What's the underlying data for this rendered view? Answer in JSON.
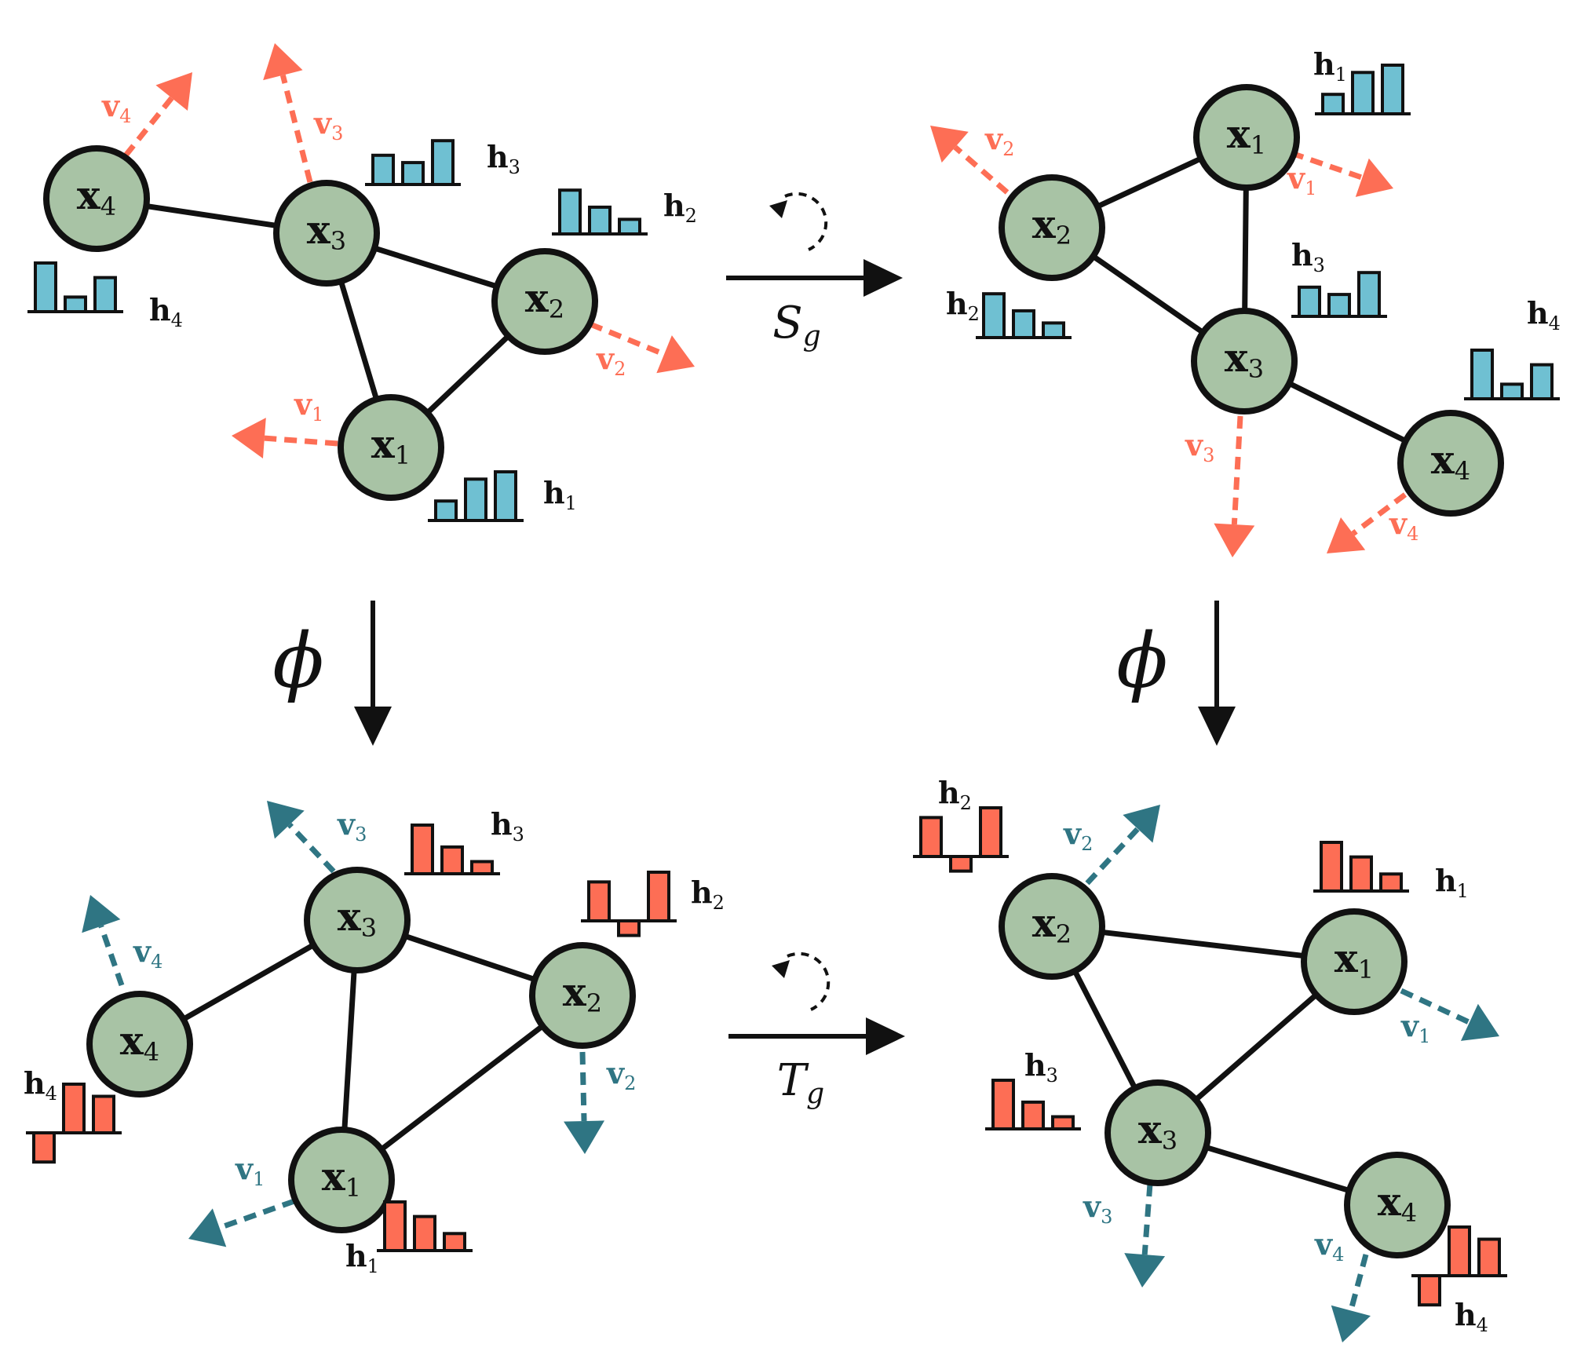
{
  "colors": {
    "node_fill": "#a8c3a5",
    "stroke": "#111111",
    "blue_bar": "#6fc0d2",
    "red_bar": "#fd6e55",
    "red_arrow": "#fd6e55",
    "teal_arrow": "#2f7583"
  },
  "maps": {
    "top": {
      "symbol": "S",
      "sub": "g"
    },
    "bottom": {
      "symbol": "T",
      "sub": "g"
    },
    "left": {
      "symbol": "ϕ"
    },
    "right": {
      "symbol": "ϕ"
    }
  },
  "panels": [
    {
      "id": "top-left",
      "vector_style": "red",
      "bar_color": "blue",
      "nodes": [
        {
          "id": "x4",
          "base": "x",
          "sub": "4"
        },
        {
          "id": "x3",
          "base": "x",
          "sub": "3"
        },
        {
          "id": "x2",
          "base": "x",
          "sub": "2"
        },
        {
          "id": "x1",
          "base": "x",
          "sub": "1"
        }
      ],
      "edges": [
        [
          "x4",
          "x3"
        ],
        [
          "x3",
          "x2"
        ],
        [
          "x3",
          "x1"
        ],
        [
          "x1",
          "x2"
        ]
      ],
      "vectors": [
        {
          "id": "v4",
          "base": "v",
          "sub": "4"
        },
        {
          "id": "v3",
          "base": "v",
          "sub": "3"
        },
        {
          "id": "v2",
          "base": "v",
          "sub": "2"
        },
        {
          "id": "v1",
          "base": "v",
          "sub": "1"
        }
      ],
      "features": [
        {
          "id": "h4",
          "base": "h",
          "sub": "4",
          "values": [
            1.0,
            0.3,
            0.7
          ]
        },
        {
          "id": "h3",
          "base": "h",
          "sub": "3",
          "values": [
            0.6,
            0.45,
            0.9
          ]
        },
        {
          "id": "h2",
          "base": "h",
          "sub": "2",
          "values": [
            0.9,
            0.55,
            0.3
          ]
        },
        {
          "id": "h1",
          "base": "h",
          "sub": "1",
          "values": [
            0.4,
            0.85,
            1.0
          ]
        }
      ]
    },
    {
      "id": "top-right",
      "vector_style": "red",
      "bar_color": "blue",
      "nodes": [
        {
          "id": "x1",
          "base": "x",
          "sub": "1"
        },
        {
          "id": "x2",
          "base": "x",
          "sub": "2"
        },
        {
          "id": "x3",
          "base": "x",
          "sub": "3"
        },
        {
          "id": "x4",
          "base": "x",
          "sub": "4"
        }
      ],
      "edges": [
        [
          "x2",
          "x1"
        ],
        [
          "x1",
          "x3"
        ],
        [
          "x2",
          "x3"
        ],
        [
          "x3",
          "x4"
        ]
      ],
      "vectors": [
        {
          "id": "v2",
          "base": "v",
          "sub": "2"
        },
        {
          "id": "v1",
          "base": "v",
          "sub": "1"
        },
        {
          "id": "v3",
          "base": "v",
          "sub": "3"
        },
        {
          "id": "v4",
          "base": "v",
          "sub": "4"
        }
      ],
      "features": [
        {
          "id": "h1",
          "base": "h",
          "sub": "1",
          "values": [
            0.4,
            0.85,
            1.0
          ]
        },
        {
          "id": "h3",
          "base": "h",
          "sub": "3",
          "values": [
            0.6,
            0.45,
            0.9
          ]
        },
        {
          "id": "h2",
          "base": "h",
          "sub": "2",
          "values": [
            0.9,
            0.55,
            0.3
          ]
        },
        {
          "id": "h4",
          "base": "h",
          "sub": "4",
          "values": [
            1.0,
            0.3,
            0.7
          ]
        }
      ]
    },
    {
      "id": "bottom-left",
      "vector_style": "teal",
      "bar_color": "red",
      "nodes": [
        {
          "id": "x3",
          "base": "x",
          "sub": "3"
        },
        {
          "id": "x2",
          "base": "x",
          "sub": "2"
        },
        {
          "id": "x4",
          "base": "x",
          "sub": "4"
        },
        {
          "id": "x1",
          "base": "x",
          "sub": "1"
        }
      ],
      "edges": [
        [
          "x4",
          "x3"
        ],
        [
          "x3",
          "x2"
        ],
        [
          "x3",
          "x1"
        ],
        [
          "x1",
          "x2"
        ]
      ],
      "vectors": [
        {
          "id": "v3",
          "base": "v",
          "sub": "3"
        },
        {
          "id": "v4",
          "base": "v",
          "sub": "4"
        },
        {
          "id": "v2",
          "base": "v",
          "sub": "2"
        },
        {
          "id": "v1",
          "base": "v",
          "sub": "1"
        }
      ],
      "features": [
        {
          "id": "h3",
          "base": "h",
          "sub": "3",
          "values": [
            1.0,
            0.55,
            0.25
          ]
        },
        {
          "id": "h2",
          "base": "h",
          "sub": "2",
          "values": [
            0.8,
            -0.3,
            1.0
          ]
        },
        {
          "id": "h4",
          "base": "h",
          "sub": "4",
          "values": [
            -0.6,
            1.0,
            0.75
          ]
        },
        {
          "id": "h1",
          "base": "h",
          "sub": "1",
          "values": [
            1.0,
            0.7,
            0.35
          ]
        }
      ]
    },
    {
      "id": "bottom-right",
      "vector_style": "teal",
      "bar_color": "red",
      "nodes": [
        {
          "id": "x2",
          "base": "x",
          "sub": "2"
        },
        {
          "id": "x1",
          "base": "x",
          "sub": "1"
        },
        {
          "id": "x3",
          "base": "x",
          "sub": "3"
        },
        {
          "id": "x4",
          "base": "x",
          "sub": "4"
        }
      ],
      "edges": [
        [
          "x2",
          "x1"
        ],
        [
          "x2",
          "x3"
        ],
        [
          "x3",
          "x1"
        ],
        [
          "x3",
          "x4"
        ]
      ],
      "vectors": [
        {
          "id": "v2",
          "base": "v",
          "sub": "2"
        },
        {
          "id": "v1",
          "base": "v",
          "sub": "1"
        },
        {
          "id": "v3",
          "base": "v",
          "sub": "3"
        },
        {
          "id": "v4",
          "base": "v",
          "sub": "4"
        }
      ],
      "features": [
        {
          "id": "h2",
          "base": "h",
          "sub": "2",
          "values": [
            0.8,
            -0.3,
            1.0
          ]
        },
        {
          "id": "h1",
          "base": "h",
          "sub": "1",
          "values": [
            1.0,
            0.7,
            0.35
          ]
        },
        {
          "id": "h3",
          "base": "h",
          "sub": "3",
          "values": [
            1.0,
            0.55,
            0.25
          ]
        },
        {
          "id": "h4",
          "base": "h",
          "sub": "4",
          "values": [
            -0.6,
            1.0,
            0.75
          ]
        }
      ]
    }
  ]
}
